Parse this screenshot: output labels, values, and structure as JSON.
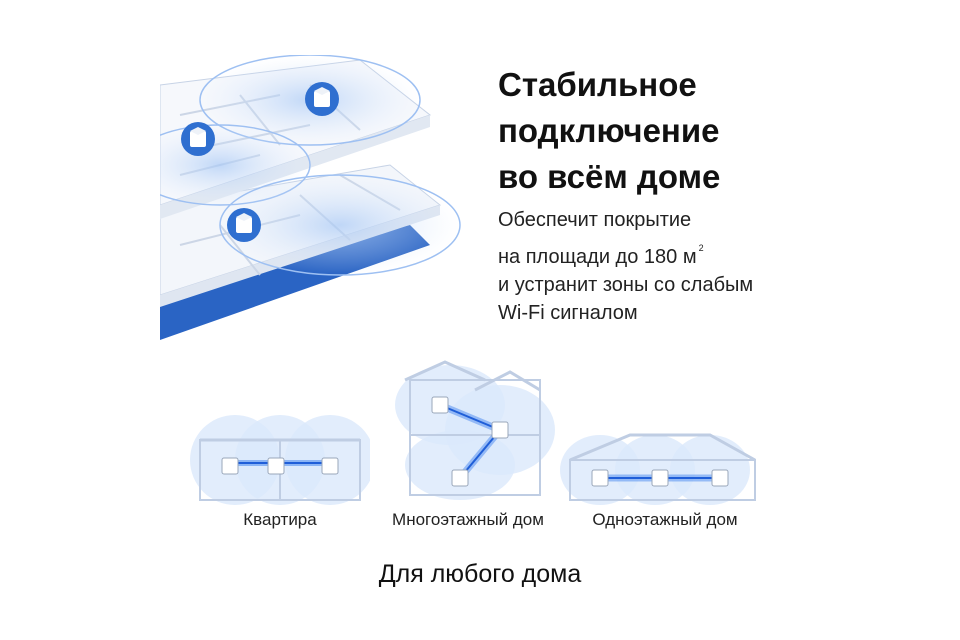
{
  "headline": {
    "line1": "Стабильное",
    "line2": "подключение",
    "line3": "во всём доме"
  },
  "description": {
    "line1": "Обеспечит покрытие",
    "line2": "на площади до 180 м",
    "line2_sup": "2",
    "line3": "и устранит зоны со слабым",
    "line4": "Wi-Fi сигналом"
  },
  "home_types": [
    {
      "label": "Квартира",
      "icon": "apartment-icon"
    },
    {
      "label": "Многоэтажный дом",
      "icon": "multistory-house-icon"
    },
    {
      "label": "Одноэтажный дом",
      "icon": "single-story-house-icon"
    }
  ],
  "footer": {
    "tagline": "Для любого дома"
  },
  "colors": {
    "accent_blue": "#2f6fd0",
    "floor_blue": "#2a64c4",
    "glow_blue": "#cfe1fb",
    "link_blue": "#3a7ff0",
    "outline": "#c7d3e6",
    "text": "#111111"
  }
}
